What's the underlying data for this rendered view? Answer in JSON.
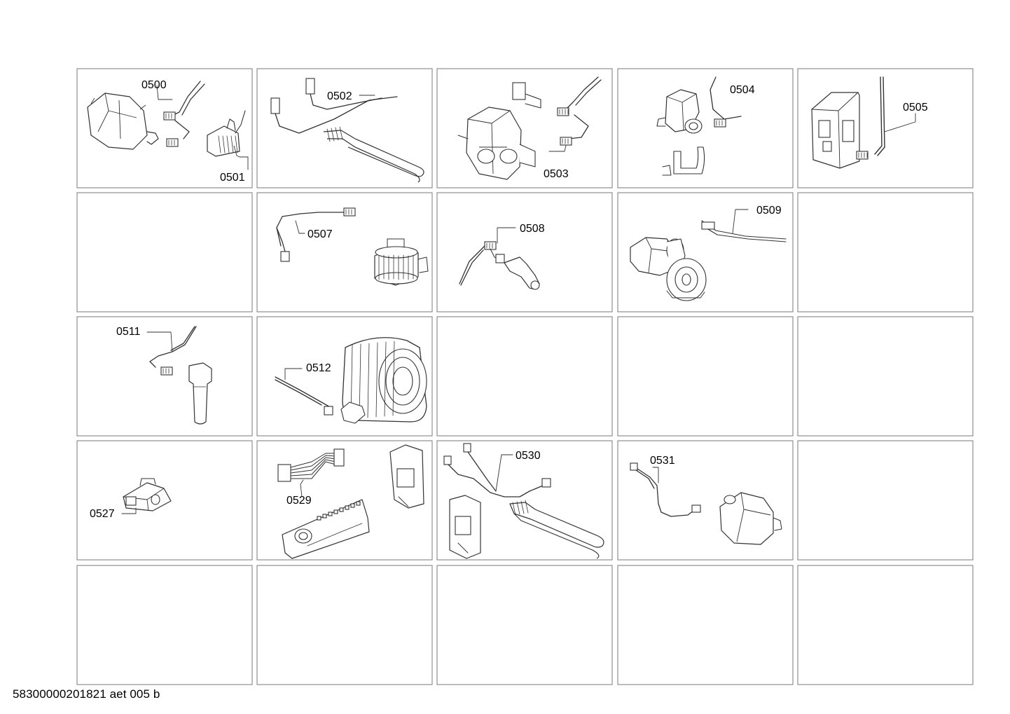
{
  "document_code": "58300000201821 aet 005 b",
  "grid": {
    "rows": [
      [
        {
          "labels": [
            "0500",
            "0501"
          ],
          "art": "motor-harness"
        },
        {
          "labels": [
            "0502"
          ],
          "art": "heater-harness"
        },
        {
          "labels": [
            "0503"
          ],
          "art": "valve-harness"
        },
        {
          "labels": [
            "0504"
          ],
          "art": "single-valve"
        },
        {
          "labels": [
            "0505"
          ],
          "art": "module"
        }
      ],
      [
        {
          "labels": [],
          "art": ""
        },
        {
          "labels": [
            "0507"
          ],
          "art": "pressure-sensor"
        },
        {
          "labels": [
            "0508"
          ],
          "art": "sensor-plug"
        },
        {
          "labels": [
            "0509"
          ],
          "art": "pump"
        },
        {
          "labels": [],
          "art": ""
        }
      ],
      [
        {
          "labels": [
            "0511"
          ],
          "art": "sensor-tube"
        },
        {
          "labels": [
            "0512"
          ],
          "art": "drum"
        },
        {
          "labels": [],
          "art": ""
        },
        {
          "labels": [],
          "art": ""
        },
        {
          "labels": [],
          "art": ""
        }
      ],
      [
        {
          "labels": [
            "0527"
          ],
          "art": "switch"
        },
        {
          "labels": [
            "0529"
          ],
          "art": "control-board"
        },
        {
          "labels": [
            "0530"
          ],
          "art": "heater-bracket"
        },
        {
          "labels": [
            "0531"
          ],
          "art": "motor-cable"
        },
        {
          "labels": [],
          "art": ""
        }
      ],
      [
        {
          "labels": [],
          "art": ""
        },
        {
          "labels": [],
          "art": ""
        },
        {
          "labels": [],
          "art": ""
        },
        {
          "labels": [],
          "art": ""
        },
        {
          "labels": [],
          "art": ""
        }
      ]
    ]
  },
  "colors": {
    "line": "#333333",
    "border": "#7a7a7a",
    "fill": "#ffffff",
    "shade": "#dddddd"
  }
}
